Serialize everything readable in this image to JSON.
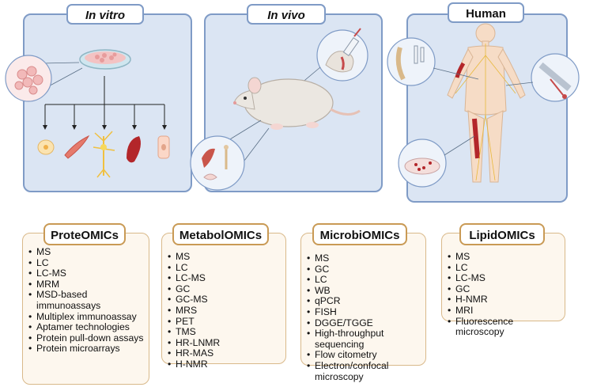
{
  "panels": {
    "in_vitro": {
      "title": "In vitro"
    },
    "in_vivo": {
      "title": "In vivo"
    },
    "human": {
      "title": "Human"
    }
  },
  "omics": [
    {
      "title": "ProteOMICs",
      "items": [
        "MS",
        "LC",
        "LC-MS",
        "MRM",
        "MSD-based immunoassays",
        "Multiplex immunoassay",
        "Aptamer technologies",
        "Protein pull-down assays",
        "Protein microarrays"
      ]
    },
    {
      "title": "MetabolOMICs",
      "items": [
        "MS",
        "LC",
        "LC-MS",
        "GC",
        "GC-MS",
        "MRS",
        "PET",
        "TMS",
        "HR-LNMR",
        "HR-MAS",
        "H-NMR"
      ]
    },
    {
      "title": "MicrobiOMICs",
      "items": [
        "MS",
        "GC",
        "LC",
        "WB",
        "qPCR",
        "FISH",
        "DGGE/TGGE",
        "High-throughput sequencing",
        "Flow citometry",
        "Electron/confocal microscopy"
      ]
    },
    {
      "title": "LipidOMICs",
      "items": [
        "MS",
        "LC",
        "LC-MS",
        "GC",
        "H-NMR",
        "MRI",
        "Fluorescence microscopy"
      ]
    }
  ],
  "icons": [
    "petri-dish-icon",
    "cell-cluster-icon",
    "cell-types-icon",
    "mouse-icon",
    "syringe-icon",
    "human-body-icon",
    "protein-icon",
    "molecule-icon",
    "intestine-icon",
    "lipid-icon"
  ]
}
